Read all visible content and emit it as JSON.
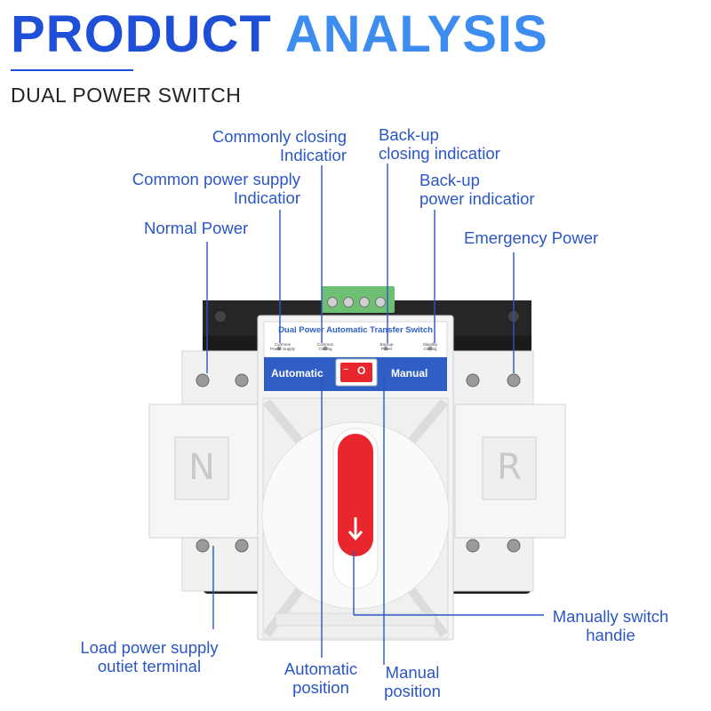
{
  "header": {
    "title_part1": "PRODUCT",
    "title_part2": "ANALYSIS",
    "subtitle": "DUAL POWER SWITCH"
  },
  "labels": {
    "commonly_closing": [
      "Commonly closing",
      "Indicatior"
    ],
    "backup_closing": [
      "Back-up",
      "closing indicatior"
    ],
    "common_power_supply": [
      "Common power supply",
      "Indicatior"
    ],
    "backup_power": [
      "Back-up",
      "power indicatior"
    ],
    "normal_power": "Normal Power",
    "emergency_power": "Emergency Power",
    "load_terminal": [
      "Load power supply",
      "outiet terminal"
    ],
    "manual_handle": [
      "Manually switch",
      "handie"
    ],
    "automatic_position": [
      "Automatic",
      "position"
    ],
    "manual_position": [
      "Manual",
      "position"
    ]
  },
  "device": {
    "panel_title": "Dual Power Automatic Transfer Switch",
    "ind_common_power": [
      "Common",
      "Power Supply"
    ],
    "ind_common_closing": [
      "Common",
      "Closing"
    ],
    "ind_backup_power": [
      "Backup",
      "Power"
    ],
    "ind_standby_closing": [
      "Standby",
      "Closing"
    ],
    "mode_automatic": "Automatic",
    "mode_manual": "Manual",
    "rocker_off": "O",
    "rocker_dash": "−",
    "left_letter": "N",
    "right_letter": "R"
  },
  "colors": {
    "title_blue": "#1f4fd6",
    "title_light_blue": "#3d8cf0",
    "label_blue": "#2a56c6",
    "panel_blue": "#2f5fc4",
    "handle_red": "#e8262b",
    "terminal_green": "#6fbf73"
  }
}
